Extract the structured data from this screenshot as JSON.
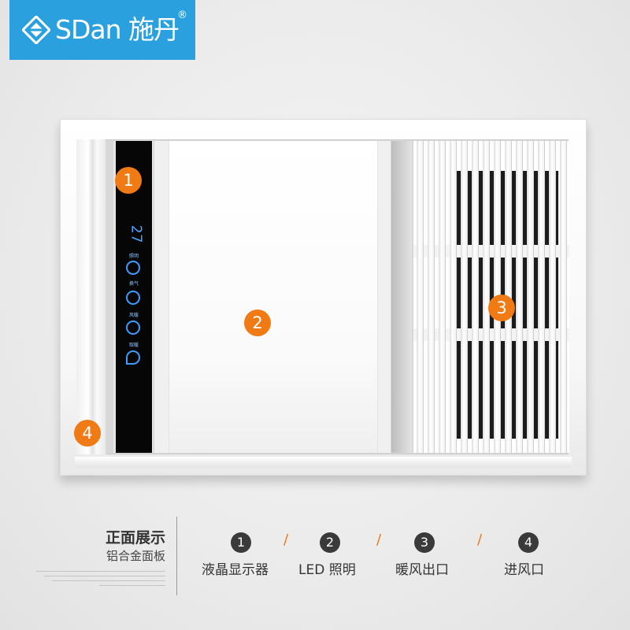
{
  "brand": {
    "name": "SDan 施丹",
    "registered": "®",
    "bg_color": "#2aa0df"
  },
  "product": {
    "lcd_temperature": "27",
    "lcd_labels": [
      "照明",
      "换气",
      "风暖",
      "取暖"
    ],
    "callouts": [
      "1",
      "2",
      "3",
      "4"
    ],
    "accent_color": "#f07a14"
  },
  "legend": {
    "title": "正面展示",
    "subtitle": "铝合金面板",
    "items": [
      {
        "number": "1",
        "label": "液晶显示器"
      },
      {
        "number": "2",
        "label": "LED 照明"
      },
      {
        "number": "3",
        "label": "暖风出口"
      },
      {
        "number": "4",
        "label": "进风口"
      }
    ],
    "separator": "/"
  }
}
